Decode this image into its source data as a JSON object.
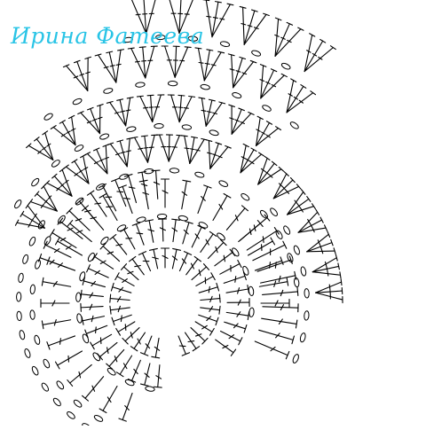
{
  "signature": {
    "text": "Ирина Фатеева",
    "color": "#29c4e6"
  },
  "diagram": {
    "stroke_color": "#000000",
    "symbols": [
      "chain-stitch-oval",
      "double-crochet-stitch",
      "double-crochet-fan"
    ]
  }
}
